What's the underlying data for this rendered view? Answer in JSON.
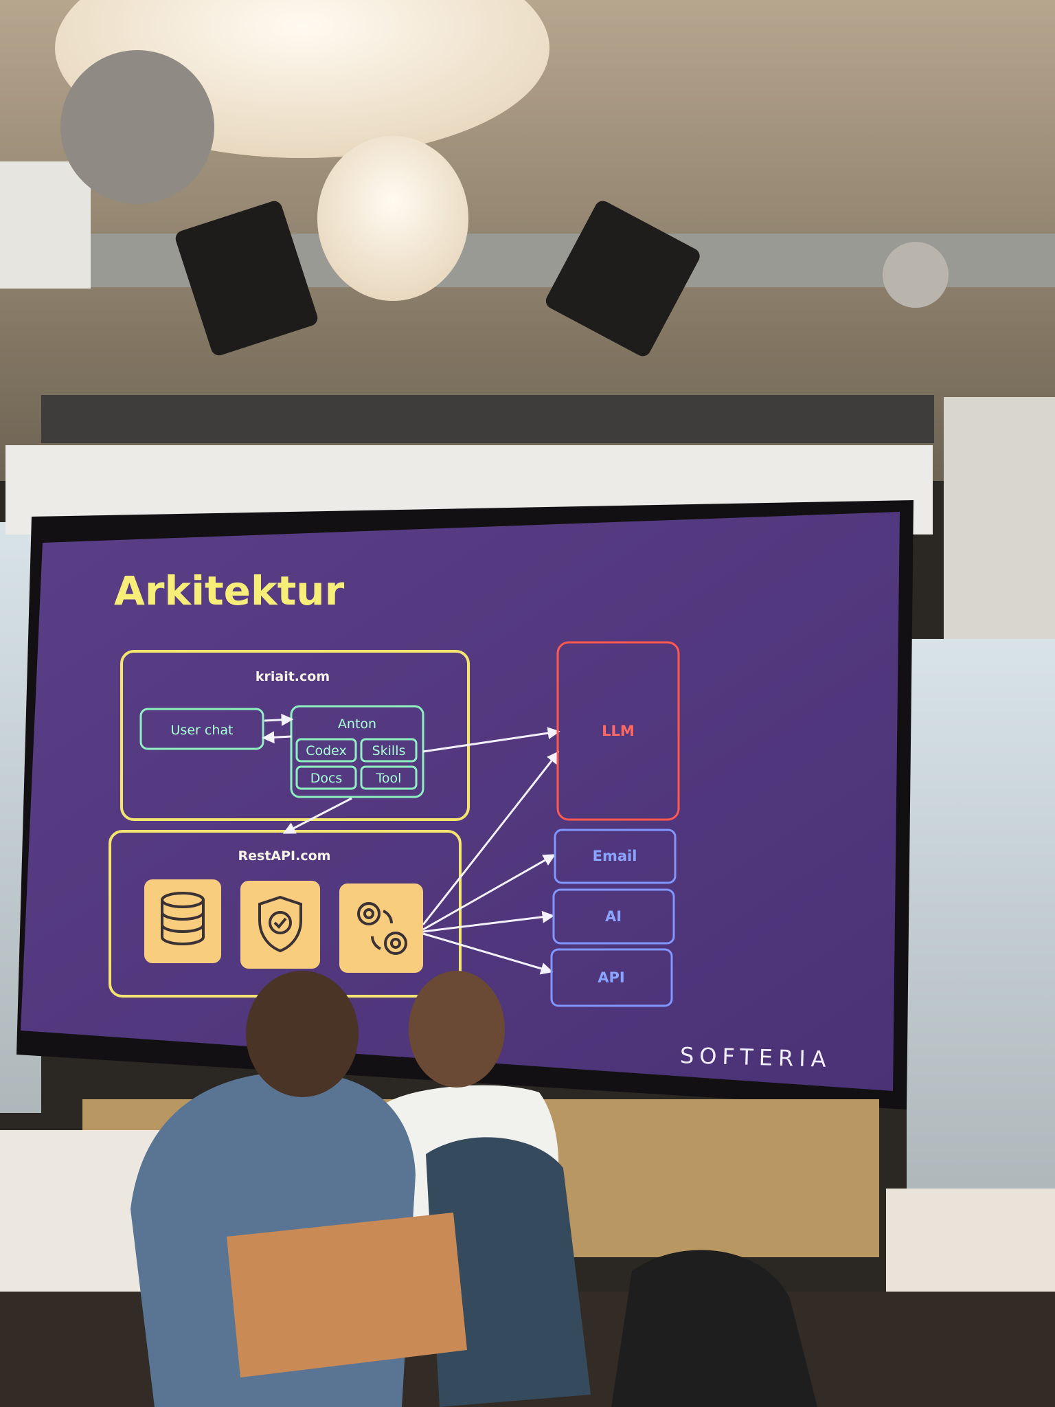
{
  "slide": {
    "title": "Arkitektur",
    "frontend_domain": "kriait.com",
    "user_chat": "User chat",
    "agent": "Anton",
    "modules": [
      "Codex",
      "Skills",
      "Docs",
      "Tool"
    ],
    "backend_domain": "RestAPI.com",
    "targets": [
      "LLM",
      "Email",
      "AI",
      "API"
    ],
    "brand": "SOFTERIA",
    "icons": [
      "database-icon",
      "shield-check-icon",
      "gears-icon"
    ]
  },
  "colors": {
    "slide_bg": "#55367c",
    "title_yellow": "#f7ee79",
    "box_yellow": "#f3e56f",
    "chip_green": "#8ff0c2",
    "llm_red": "#ff5a50",
    "target_blue": "#7f97ff",
    "icon_tile": "#f8cd7e"
  }
}
